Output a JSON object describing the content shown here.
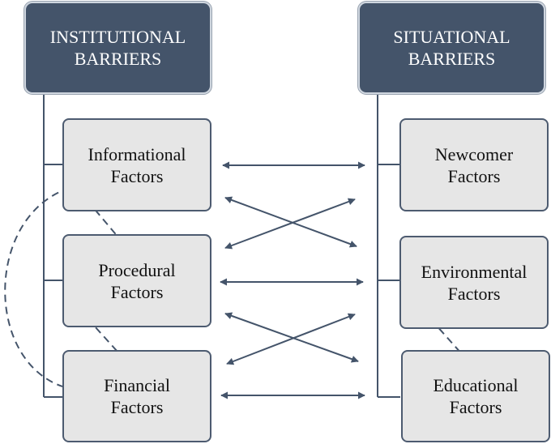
{
  "left_header": {
    "line1": "INSTITUTIONAL",
    "line2": "BARRIERS"
  },
  "right_header": {
    "line1": "SITUATIONAL",
    "line2": "BARRIERS"
  },
  "left_boxes": [
    {
      "line1": "Informational",
      "line2": "Factors"
    },
    {
      "line1": "Procedural",
      "line2": "Factors"
    },
    {
      "line1": "Financial",
      "line2": "Factors"
    }
  ],
  "right_boxes": [
    {
      "line1": "Newcomer",
      "line2": "Factors"
    },
    {
      "line1": "Environmental",
      "line2": "Factors"
    },
    {
      "line1": "Educational",
      "line2": "Factors"
    }
  ],
  "colors": {
    "header": "#44546a",
    "box_fill": "#e6e6e6",
    "arrow": "#44546a"
  }
}
